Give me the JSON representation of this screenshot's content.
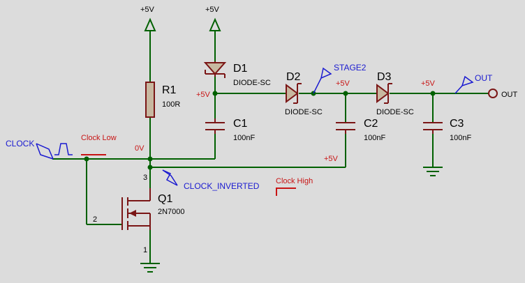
{
  "power": {
    "vcc1": "+5V",
    "vcc2": "+5V"
  },
  "components": {
    "r1": {
      "ref": "R1",
      "value": "100R"
    },
    "d1": {
      "ref": "D1",
      "value": "DIODE-SC"
    },
    "d2": {
      "ref": "D2",
      "value": "DIODE-SC"
    },
    "d3": {
      "ref": "D3",
      "value": "DIODE-SC"
    },
    "c1": {
      "ref": "C1",
      "value": "100nF"
    },
    "c2": {
      "ref": "C2",
      "value": "100nF"
    },
    "c3": {
      "ref": "C3",
      "value": "100nF"
    },
    "q1": {
      "ref": "Q1",
      "value": "2N7000"
    }
  },
  "pins": {
    "q1_drain": "3",
    "q1_gate": "2",
    "q1_source": "1"
  },
  "probes": {
    "clock": "CLOCK",
    "clock_inverted": "CLOCK_INVERTED",
    "stage2": "STAGE2",
    "out": "OUT",
    "out_terminal": "OUT"
  },
  "annotations": {
    "clock_low": "Clock Low",
    "clock_high": "Clock High",
    "v_0v": "0V",
    "v_c1": "+5V",
    "v_c2_bottom": "+5V",
    "v_d2_out": "+5V",
    "v_d3_out": "+5V"
  },
  "colors": {
    "wire": "#006000",
    "component": "#7a1515",
    "probe": "#1a1ad0",
    "voltage_label": "#c81414",
    "background": "#dcdcdc"
  }
}
